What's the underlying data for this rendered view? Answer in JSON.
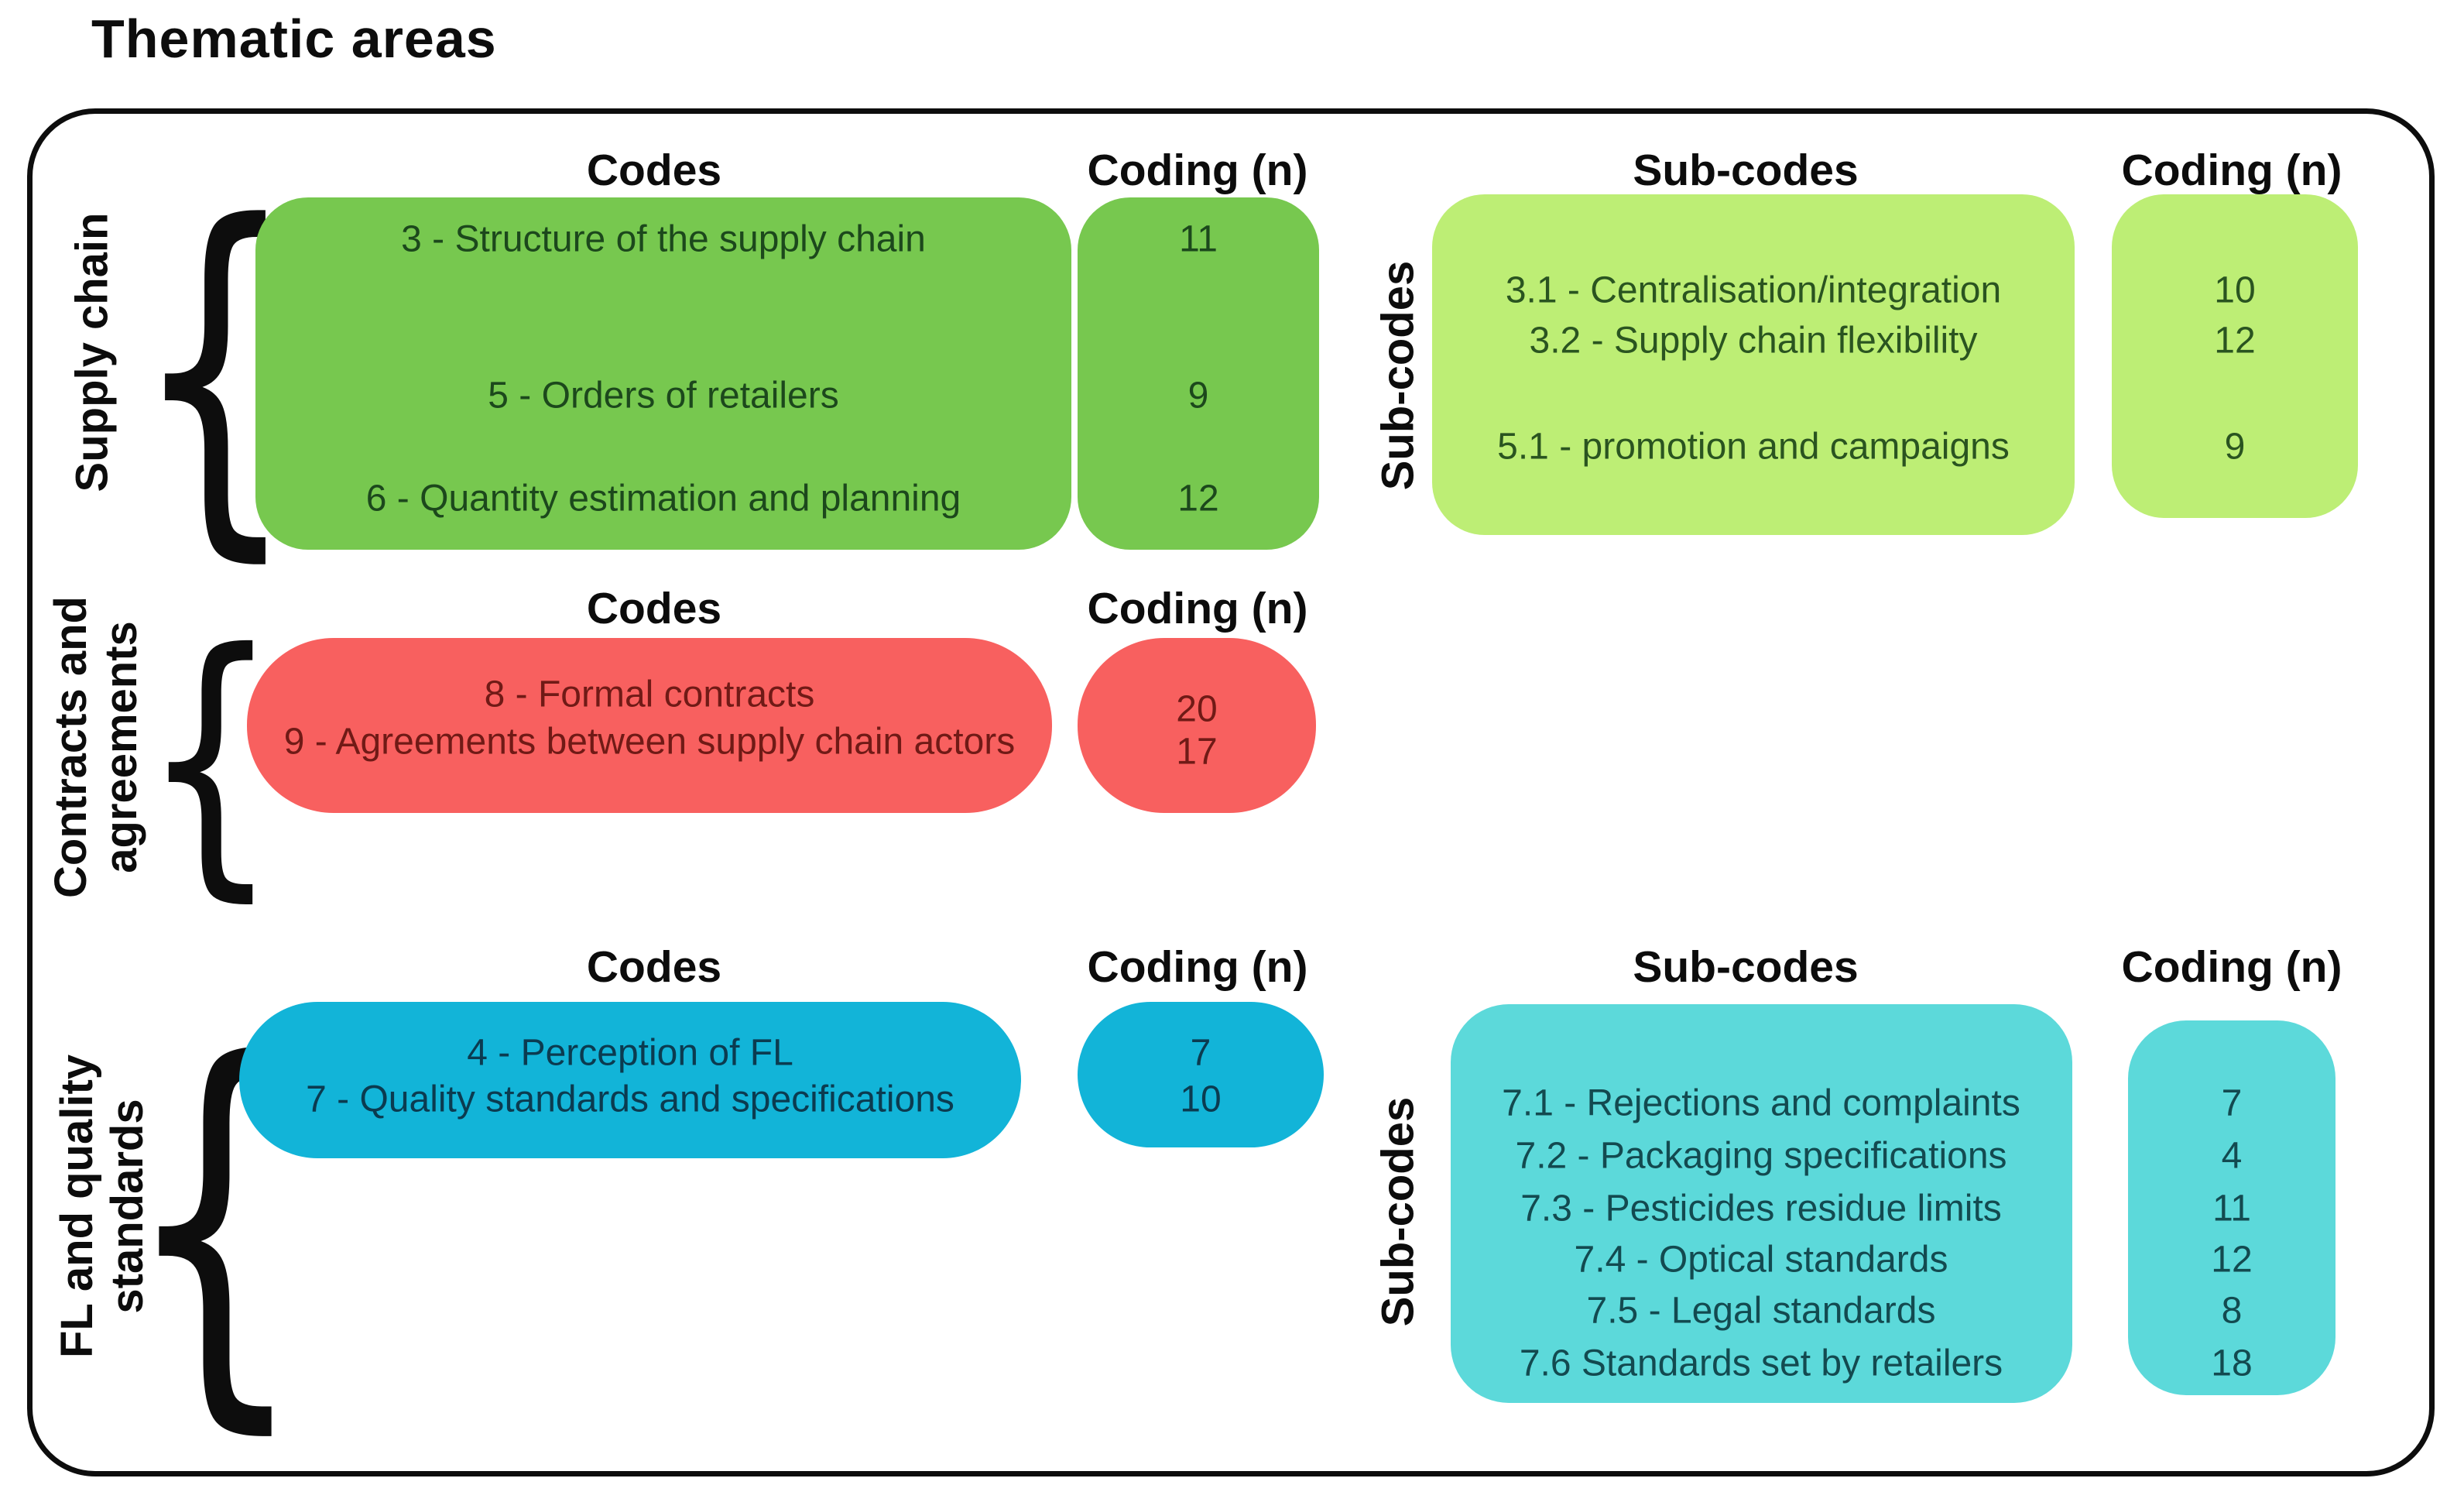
{
  "title": "Thematic areas",
  "colors": {
    "supply_codes_box": "#77c84f",
    "supply_subcodes_box": "#bdee75",
    "contracts_box": "#f8605f",
    "fl_codes_box": "#12b4d8",
    "fl_subcodes_box": "#5cd9da",
    "outline": "#0d0d0d"
  },
  "sections": [
    {
      "name": "Supply chain",
      "label_lines": [
        "Supply chain"
      ],
      "codes_header": "Codes",
      "coding_header": "Coding (n)",
      "codes": [
        {
          "label": "3 - Structure of the supply chain",
          "n": "11"
        },
        {
          "label": "5 - Orders of retailers",
          "n": "9"
        },
        {
          "label": "6 - Quantity estimation and planning",
          "n": "12"
        }
      ],
      "subcodes_vertical_label": "Sub-codes",
      "subcodes_header": "Sub-codes",
      "subcodes_coding_header": "Coding (n)",
      "subcodes": [
        {
          "label": "3.1 - Centralisation/integration",
          "n": "10"
        },
        {
          "label": "3.2 - Supply chain flexibility",
          "n": "12"
        },
        {
          "label": "5.1 - promotion and campaigns",
          "n": "9"
        }
      ]
    },
    {
      "name": "Contracts and agreements",
      "label_lines": [
        "Contracts and",
        "agreements"
      ],
      "codes_header": "Codes",
      "coding_header": "Coding (n)",
      "codes": [
        {
          "label": "8 - Formal contracts",
          "n": "20"
        },
        {
          "label": "9 - Agreements between supply chain actors",
          "n": "17"
        }
      ]
    },
    {
      "name": "FL and quality standards",
      "label_lines": [
        "FL and quality",
        "standards"
      ],
      "codes_header": "Codes",
      "coding_header": "Coding (n)",
      "codes": [
        {
          "label": "4 - Perception of FL",
          "n": "7"
        },
        {
          "label": "7 - Quality standards and specifications",
          "n": "10"
        }
      ],
      "subcodes_vertical_label": "Sub-codes",
      "subcodes_header": "Sub-codes",
      "subcodes_coding_header": "Coding (n)",
      "subcodes": [
        {
          "label": "7.1 - Rejections and complaints",
          "n": "7"
        },
        {
          "label": "7.2 - Packaging specifications",
          "n": "4"
        },
        {
          "label": "7.3 - Pesticides residue limits",
          "n": "11"
        },
        {
          "label": "7.4 - Optical standards",
          "n": "12"
        },
        {
          "label": "7.5 - Legal standards",
          "n": "8"
        },
        {
          "label": "7.6  Standards set by retailers",
          "n": "18"
        }
      ]
    }
  ]
}
